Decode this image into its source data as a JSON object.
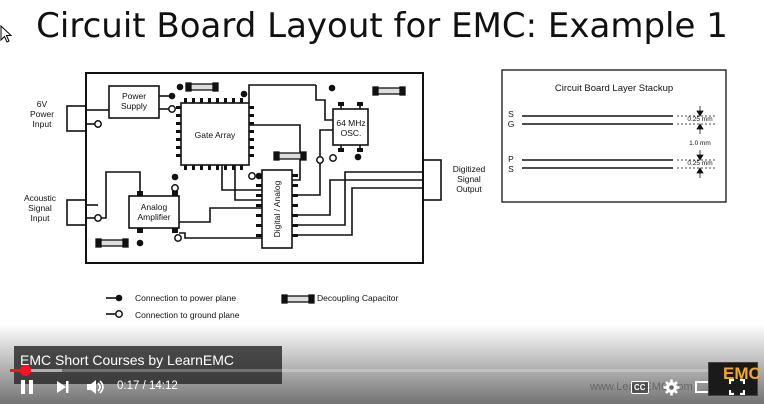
{
  "slide": {
    "title": "Circuit Board Layout for EMC: Example 1",
    "diagram": {
      "power_input": "6V\nPower\nInput",
      "acoustic_input": "Acoustic\nSignal\nInput",
      "power_supply": "Power\nSupply",
      "gate_array": "Gate Array",
      "oscillator": "64 MHz\nOSC.",
      "analog_amplifier": "Analog\nAmplifier",
      "digital_analog": "Digital / Analog",
      "digitized_output": "Digitized\nSignal\nOutput"
    },
    "stackup": {
      "title": "Circuit Board Layer Stackup",
      "layers": [
        "S",
        "G",
        "P",
        "S"
      ],
      "dim_top": "0.25 mm",
      "dim_mid": "1.0 mm",
      "dim_bottom": "0.25 mm"
    },
    "legend": {
      "power_plane": "Connection to power plane",
      "ground_plane": "Connection to ground plane",
      "decoupling": "Decoupling Capacitor"
    }
  },
  "player": {
    "video_title": "EMC Short Courses by LearnEMC",
    "current_time": "0:17",
    "duration": "14:12",
    "time_display": "0:17 / 14:12",
    "watermark": "www.LearnEMC.com",
    "cc_label": "CC",
    "logo_text": "EMC",
    "progress_fraction": 0.02,
    "loaded_fraction": 0.07,
    "accent_color": "#ff1122"
  }
}
